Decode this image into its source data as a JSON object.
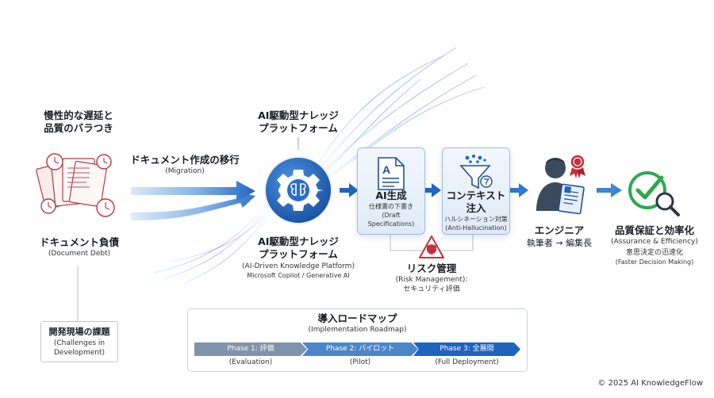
{
  "problem": {
    "heading": [
      "慢性的な遅延と",
      "品質のバラつき"
    ],
    "title": "ドキュメント負債",
    "subtitle": "(Document Debt)"
  },
  "migration": {
    "title": "ドキュメント作成の移行",
    "subtitle": "(Migration)"
  },
  "platform": {
    "top_label": [
      "AI駆動型ナレッジ",
      "プラットフォーム"
    ],
    "bottom_label": [
      "AI駆動型ナレッジ",
      "プラットフォーム"
    ],
    "subtitle": "(AI-Driven Knowledge Platform)",
    "note": "Microsoft Copilot / Generative AI"
  },
  "ai_gen": {
    "title": "AI生成",
    "sub1": "仕様書の下書き",
    "sub2": "(Draft Specifications)"
  },
  "context": {
    "title": "コンテキスト注入",
    "sub1": "ハルシネーション対策",
    "sub2": "(Anti-Hallucination)"
  },
  "risk": {
    "title": "リスク管理",
    "sub1": "(Risk Management):",
    "sub2": "セキュリティ評価"
  },
  "engineer": {
    "title": "エンジニア",
    "sub": "執筆者 → 編集長"
  },
  "quality": {
    "title": "品質保証と効率化",
    "sub1": "(Assurance & Efficiency)",
    "sub2": "意思決定の迅速化",
    "sub3": "(Faster Decision Making)"
  },
  "challenges": {
    "title": "開発現場の課題",
    "sub1": "(Challenges in",
    "sub2": "Development)"
  },
  "roadmap": {
    "title": "導入ロードマップ",
    "subtitle": "(Implementation Roadmap)",
    "phases": [
      {
        "label": "Phase 1: 評価",
        "caption": "(Evaluation)"
      },
      {
        "label": "Phase 2: パイロット",
        "caption": "(Pilot)"
      },
      {
        "label": "Phase 3: 全展開",
        "caption": "(Full Deployment)"
      }
    ]
  },
  "footer": "© 2025 AI KnowledgeFlow",
  "colors": {
    "primary_blue": "#1f66c4",
    "light_blue": "#9cc2ee",
    "phase1": "#7f93aa",
    "phase2": "#4b86c9",
    "phase3": "#1e63be",
    "alert_red": "#c8303a",
    "check_green": "#2fa84f"
  }
}
